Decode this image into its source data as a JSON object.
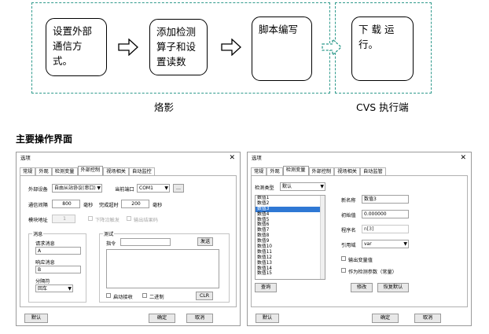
{
  "flow": {
    "steps": [
      "设置外部通信方式。",
      "添加检测算子和设置读数",
      "脚本编写",
      "下 载 运行。"
    ],
    "captions": {
      "left": "烙影",
      "right": "CVS 执行端"
    }
  },
  "section_heading": "主要操作界面",
  "dialog1": {
    "title": "选项",
    "close": "✕",
    "tabs": [
      "常规",
      "外观",
      "检测变量",
      "外部控制",
      "视场相关",
      "自动监控"
    ],
    "ext_device_label": "外部设备",
    "ext_device_value": "自由从站协议(串口)",
    "port_label": "当前端口",
    "port_value": "COM1",
    "browse": "...",
    "interval_label": "通信间隔",
    "interval_value": "800",
    "interval_unit": "毫秒",
    "timeout_label": "完成超时",
    "timeout_value": "200",
    "timeout_unit": "毫秒",
    "module_label": "模块地址",
    "module_value": "1",
    "check_a": "下降沿触发",
    "check_b": "输出结果码",
    "msg_group": "消息",
    "request_label": "请求消息",
    "request_value": "A",
    "response_label": "响应消息",
    "response_value": "B",
    "separator_label": "分隔符",
    "separator_value": "回车",
    "test_group": "测试",
    "cmd_label": "指令",
    "send": "发送",
    "auto_recv": "启动接收",
    "binary": "二进制",
    "clr": "CLR",
    "default": "默认",
    "ok": "确定",
    "cancel": "取消"
  },
  "dialog2": {
    "title": "选项",
    "close": "✕",
    "tabs": [
      "常规",
      "外观",
      "检测变量",
      "外部控制",
      "视场相关",
      "自动监管"
    ],
    "var_type_label": "检测类型",
    "var_type_value": "默认",
    "list": [
      "数值1",
      "数值2",
      "数值3",
      "数值4",
      "数值5",
      "数值6",
      "数值7",
      "数值8",
      "数值9",
      "数值10",
      "数值11",
      "数值12",
      "数值13",
      "数值14",
      "数值15"
    ],
    "selected_index": 2,
    "name_label": "新名称",
    "name_value": "数值3",
    "init_label": "初始值",
    "init_value": "0.000000",
    "prog_label": "程序名",
    "prog_value": "n[3]",
    "ref_label": "引用域",
    "ref_value": "var",
    "out_var": "输出变量值",
    "as_param": "作为检测参数（常量）",
    "modify": "修改",
    "restore": "恢复默认",
    "query": "查询",
    "default": "默认",
    "ok": "确定",
    "cancel": "取消"
  }
}
